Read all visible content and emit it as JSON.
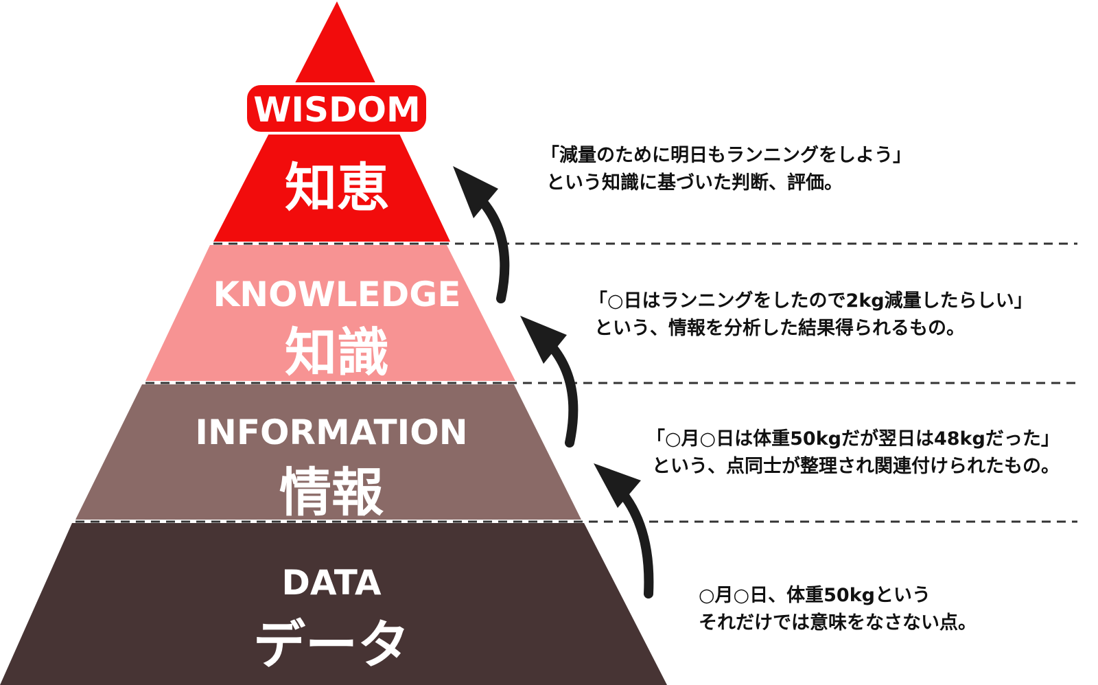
{
  "diagram": {
    "levels": [
      {
        "id": "wisdom",
        "en": "WISDOM",
        "jp": "知恵",
        "color": "#f20c0c",
        "description": [
          "「減量のために明日もランニングをしよう」",
          "という知識に基づいた判断、評価。"
        ]
      },
      {
        "id": "knowledge",
        "en": "KNOWLEDGE",
        "jp": "知識",
        "color": "#f79393",
        "description": [
          "「○日はランニングをしたので2kg減量したらしい」",
          "という、情報を分析した結果得られるもの。"
        ]
      },
      {
        "id": "information",
        "en": "INFORMATION",
        "jp": "情報",
        "color": "#8a6a67",
        "description": [
          "「○月○日は体重50kgだが翌日は48kgだった」",
          "という、点同士が整理され関連付けられたもの。"
        ]
      },
      {
        "id": "data",
        "en": "DATA",
        "jp": "データ",
        "color": "#473434",
        "description": [
          "○月○日、体重50kgという",
          "それだけでは意味をなさない点。"
        ]
      }
    ],
    "arrow_color": "#1c1c1c",
    "divider_color": "#333333"
  }
}
